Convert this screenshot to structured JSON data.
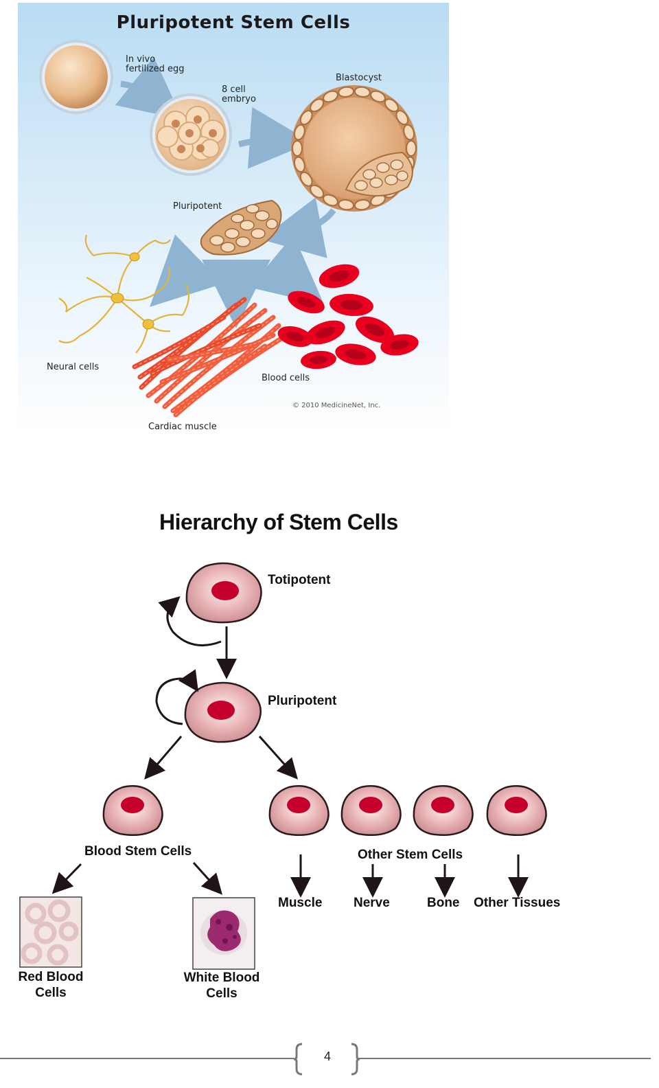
{
  "figure1": {
    "title": "Pluripotent Stem Cells",
    "labels": {
      "egg": "In vivo\nfertilized egg",
      "embryo": "8 cell\nembryo",
      "blastocyst": "Blastocyst",
      "pluripotent": "Pluripotent",
      "neural": "Neural cells",
      "blood": "Blood cells",
      "cardiac": "Cardiac muscle",
      "copyright": "© 2010 MedicineNet, Inc."
    }
  },
  "figure2": {
    "title": "Hierarchy of Stem Cells",
    "labels": {
      "totipotent": "Totipotent",
      "pluripotent": "Pluripotent",
      "blood_stem": "Blood Stem Cells",
      "other_stem": "Other Stem Cells",
      "muscle": "Muscle",
      "nerve": "Nerve",
      "bone": "Bone",
      "other_tissues": "Other Tissues",
      "red_blood": "Red Blood\nCells",
      "white_blood": "White Blood\nCells"
    }
  },
  "footer": {
    "page_number": "4"
  }
}
